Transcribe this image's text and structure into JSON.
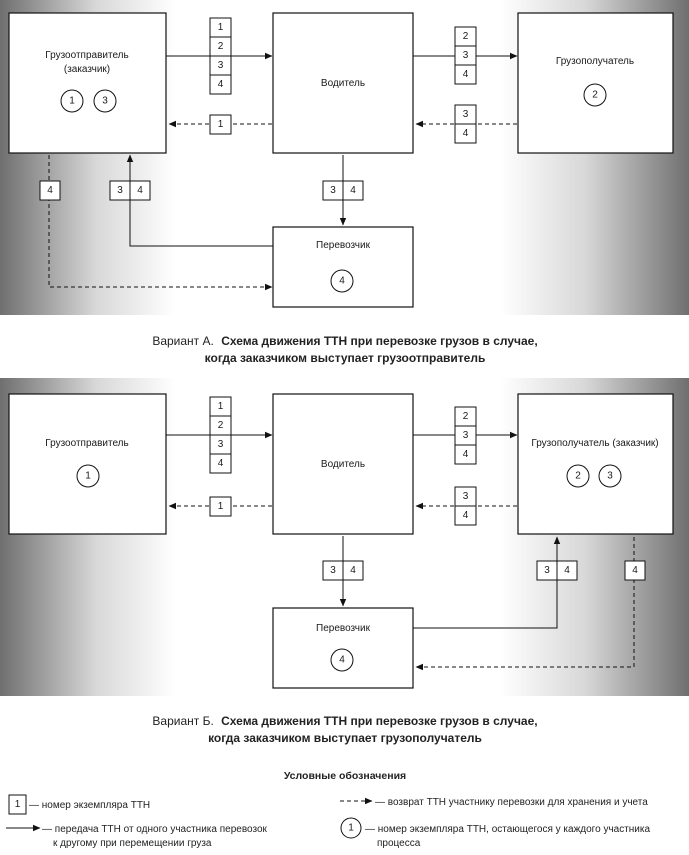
{
  "variant_a": {
    "sender_label": "Грузоотправитель",
    "sender_sub": "(заказчик)",
    "driver_label": "Водитель",
    "receiver_label": "Грузополучатель",
    "carrier_label": "Перевозчик",
    "sender_circles": [
      "1",
      "3"
    ],
    "receiver_circles": [
      "2"
    ],
    "carrier_circles": [
      "4"
    ],
    "stack_to_driver": [
      "1",
      "2",
      "3",
      "4"
    ],
    "stack_to_receiver": [
      "2",
      "3",
      "4"
    ],
    "return_to_sender": [
      "1"
    ],
    "return_to_driver": [
      "3",
      "4"
    ],
    "driver_to_carrier": [
      "3",
      "4"
    ],
    "carrier_to_sender": [
      "3",
      "4"
    ],
    "sender_to_carrier": [
      "4"
    ],
    "caption_prefix": "Вариант А.",
    "caption_bold_1": "Схема движения ТТН при перевозке грузов в случае,",
    "caption_bold_2": "когда заказчиком выступает грузоотправитель"
  },
  "variant_b": {
    "sender_label": "Грузоотправитель",
    "driver_label": "Водитель",
    "receiver_label": "Грузополучатель (заказчик)",
    "carrier_label": "Перевозчик",
    "sender_circles": [
      "1"
    ],
    "receiver_circles": [
      "2",
      "3"
    ],
    "carrier_circles": [
      "4"
    ],
    "stack_to_driver": [
      "1",
      "2",
      "3",
      "4"
    ],
    "stack_to_receiver": [
      "2",
      "3",
      "4"
    ],
    "return_to_sender": [
      "1"
    ],
    "return_to_driver": [
      "3",
      "4"
    ],
    "driver_to_carrier": [
      "3",
      "4"
    ],
    "carrier_to_receiver": [
      "3",
      "4"
    ],
    "receiver_to_carrier": [
      "4"
    ],
    "caption_prefix": "Вариант Б.",
    "caption_bold_1": "Схема движения ТТН при перевозке грузов в случае,",
    "caption_bold_2": "когда заказчиком выступает грузополучатель"
  },
  "legend": {
    "title": "Условные обозначения",
    "badge_example": "1",
    "badge_text": "— номер экземпляра ТТН",
    "solid_text_1": "— передача ТТН от одного участника перевозок",
    "solid_text_2": "к другому при перемещении груза",
    "dash_text": "— возврат ТТН участнику перевозки для хранения и учета",
    "circle_example": "1",
    "circle_text_1": "— номер экземпляра ТТН, остающегося у каждого участника",
    "circle_text_2": "процесса"
  }
}
